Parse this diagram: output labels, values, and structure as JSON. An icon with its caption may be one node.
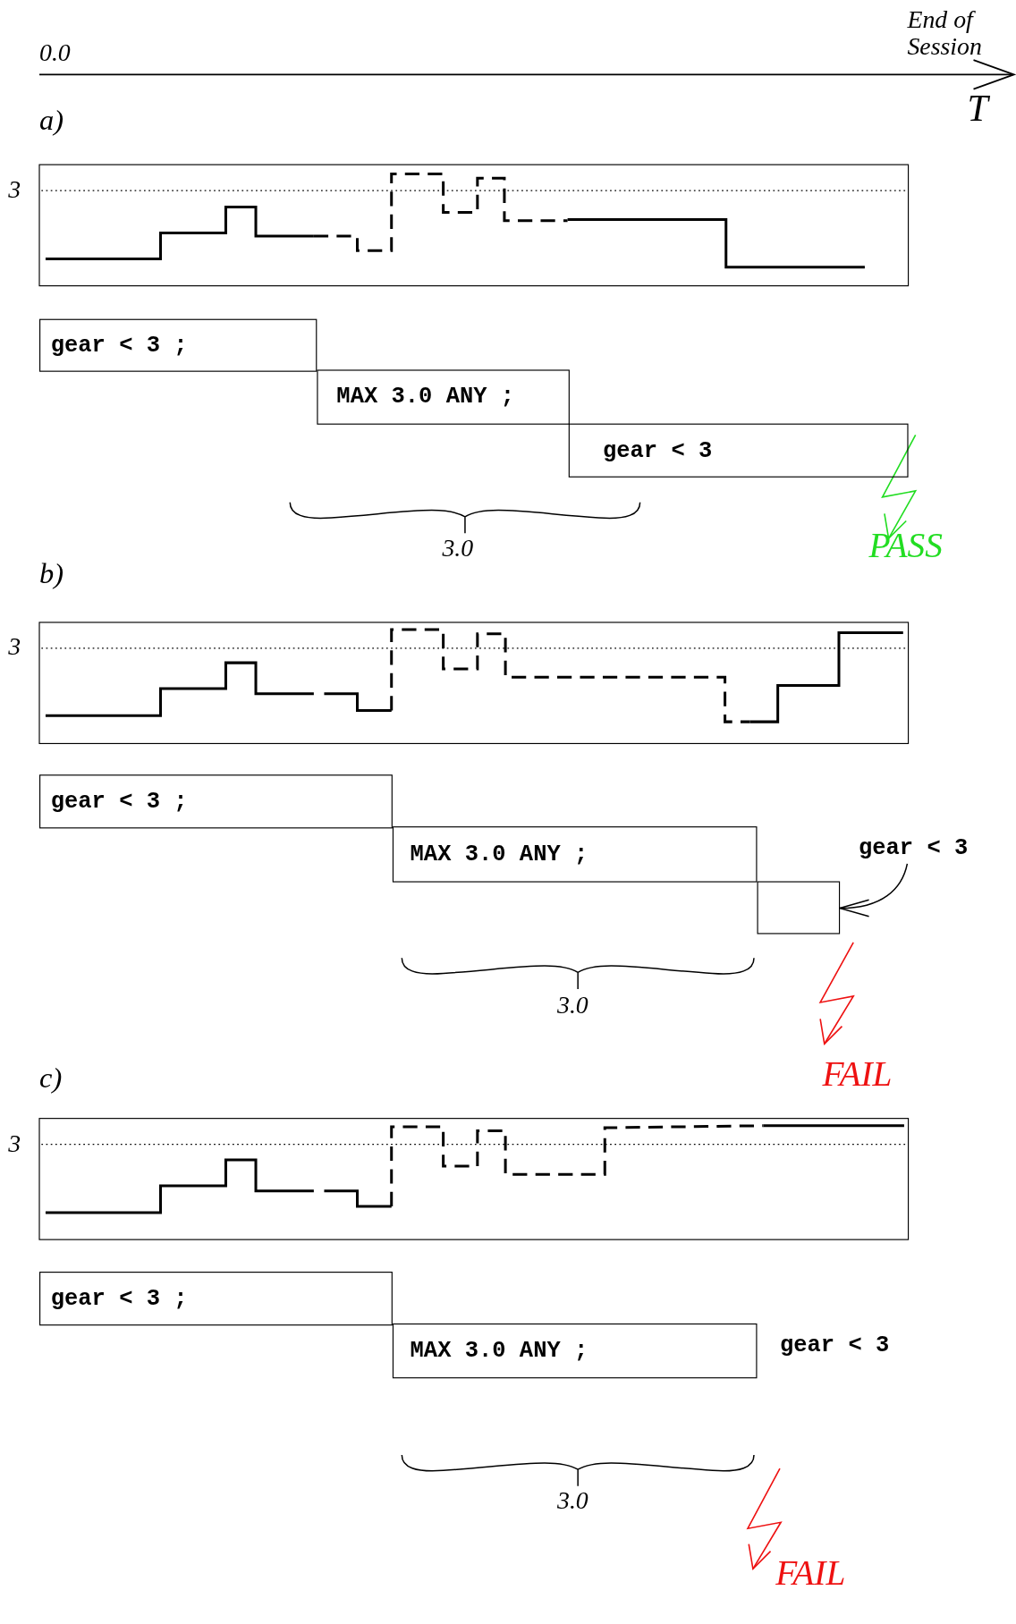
{
  "diagram": {
    "nodes": [
      {
        "text": [
          "gear < 3 ;"
        ]
      },
      {
        "text": [
          "MAX 3.0 ANY ;"
        ]
      },
      {
        "text": [
          "gear < 3"
        ]
      },
      {
        "text": [
          "gear < 3 ;"
        ]
      },
      {
        "text": [
          "MAX 3.0 ANY ;"
        ]
      },
      {
        "text": [],
        "shape": "box"
      },
      {
        "text": [
          "gear < 3"
        ]
      },
      {
        "text": [
          "gear < 3 ;"
        ]
      },
      {
        "text": [
          "MAX 3.0 ANY ;"
        ]
      }
    ],
    "edges": [
      {
        "from": 6,
        "to": 5,
        "arrow": "to"
      }
    ],
    "labels": [
      "0.0",
      "End of Session",
      "T",
      "a)",
      "3",
      "3.0",
      "PASS",
      "b)",
      "3",
      "3.0",
      "FAIL",
      "c)",
      "3",
      "gear < 3",
      "3.0",
      "FAIL"
    ]
  }
}
